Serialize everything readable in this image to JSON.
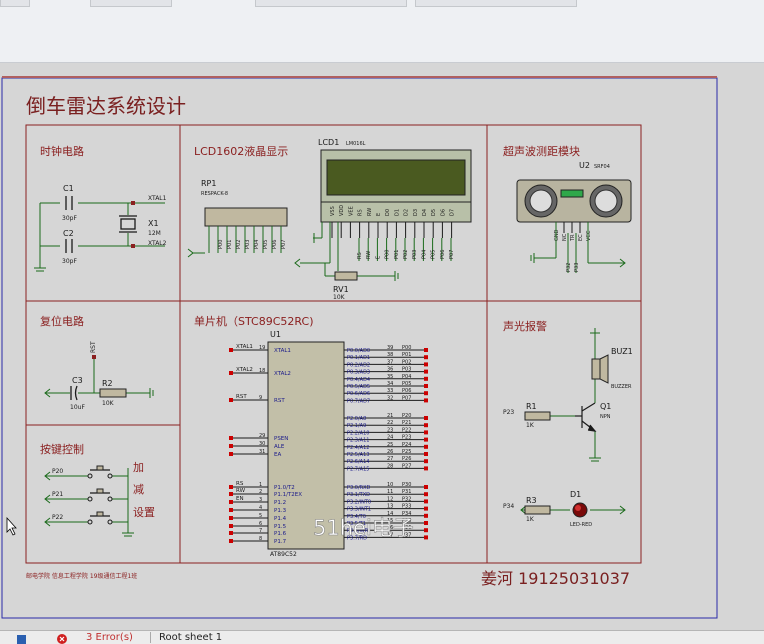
{
  "statusbar": {
    "errors": "3 Error(s)",
    "sheet": "Root sheet 1"
  },
  "schematic": {
    "title": "倒车雷达系统设计",
    "sections": {
      "clock": "时钟电路",
      "lcd": "LCD1602液晶显示",
      "ultrasonic": "超声波测距模块",
      "reset": "复位电路",
      "mcu": "单片机（STC89C52RC)",
      "alarm": "声光报警",
      "keys": "按键控制"
    },
    "clock": {
      "c1": "C1",
      "c1_val": "30pF",
      "c2": "C2",
      "c2_val": "30pF",
      "x1": "X1",
      "x1_val": "12M",
      "xtal1": "XTAL1",
      "xtal2": "XTAL2"
    },
    "lcd": {
      "ref": "LCD1",
      "model": "LM016L",
      "rp1": "RP1",
      "rp1_model": "RESPACK-8",
      "rv1": "RV1",
      "rv1_val": "10K",
      "pins": [
        "VSS",
        "VDD",
        "VEE",
        "RS",
        "RW",
        "E",
        "D0",
        "D1",
        "D2",
        "D3",
        "D4",
        "D5",
        "D6",
        "D7"
      ],
      "nets": [
        "RS",
        "RW",
        "E",
        "P00",
        "P01",
        "P02",
        "P03",
        "P04",
        "P05",
        "P06",
        "P07"
      ]
    },
    "ultrasonic": {
      "ref": "U2",
      "model": "SRF04",
      "pins": [
        "GND",
        "NC",
        "TR",
        "EC",
        "VCC"
      ],
      "nets": [
        "P32",
        "P33"
      ]
    },
    "reset": {
      "rst": "RST",
      "c3": "C3",
      "c3_val": "10uF",
      "r2": "R2",
      "r2_val": "10K"
    },
    "mcu": {
      "ref": "U1",
      "model": "AT89C52",
      "left_pins": [
        {
          "net": "XTAL1",
          "num": "19",
          "name": "XTAL1"
        },
        {
          "net": "XTAL2",
          "num": "18",
          "name": "XTAL2"
        },
        {
          "net": "RST",
          "num": "9",
          "name": "RST"
        },
        {
          "net": "",
          "num": "29",
          "name": "PSEN"
        },
        {
          "net": "",
          "num": "30",
          "name": "ALE"
        },
        {
          "net": "",
          "num": "31",
          "name": "EA"
        },
        {
          "net": "RS",
          "num": "1",
          "name": "P1.0/T2"
        },
        {
          "net": "RW",
          "num": "2",
          "name": "P1.1/T2EX"
        },
        {
          "net": "EN",
          "num": "3",
          "name": "P1.2"
        },
        {
          "net": "",
          "num": "4",
          "name": "P1.3"
        },
        {
          "net": "",
          "num": "5",
          "name": "P1.4"
        },
        {
          "net": "",
          "num": "6",
          "name": "P1.5"
        },
        {
          "net": "",
          "num": "7",
          "name": "P1.6"
        },
        {
          "net": "",
          "num": "8",
          "name": "P1.7"
        }
      ],
      "right_pins": [
        {
          "name": "P0.0/AD0",
          "num": "39",
          "net": "P00"
        },
        {
          "name": "P0.1/AD1",
          "num": "38",
          "net": "P01"
        },
        {
          "name": "P0.2/AD2",
          "num": "37",
          "net": "P02"
        },
        {
          "name": "P0.3/AD3",
          "num": "36",
          "net": "P03"
        },
        {
          "name": "P0.4/AD4",
          "num": "35",
          "net": "P04"
        },
        {
          "name": "P0.5/AD5",
          "num": "34",
          "net": "P05"
        },
        {
          "name": "P0.6/AD6",
          "num": "33",
          "net": "P06"
        },
        {
          "name": "P0.7/AD7",
          "num": "32",
          "net": "P07"
        },
        {
          "name": "P2.0/A8",
          "num": "21",
          "net": "P20"
        },
        {
          "name": "P2.1/A9",
          "num": "22",
          "net": "P21"
        },
        {
          "name": "P2.2/A10",
          "num": "23",
          "net": "P22"
        },
        {
          "name": "P2.3/A11",
          "num": "24",
          "net": "P23"
        },
        {
          "name": "P2.4/A12",
          "num": "25",
          "net": "P24"
        },
        {
          "name": "P2.5/A13",
          "num": "26",
          "net": "P25"
        },
        {
          "name": "P2.6/A14",
          "num": "27",
          "net": "P26"
        },
        {
          "name": "P2.7/A15",
          "num": "28",
          "net": "P27"
        },
        {
          "name": "P3.0/RXD",
          "num": "10",
          "net": "P30"
        },
        {
          "name": "P3.1/TXD",
          "num": "11",
          "net": "P31"
        },
        {
          "name": "P3.2/INT0",
          "num": "12",
          "net": "P32"
        },
        {
          "name": "P3.3/INT1",
          "num": "13",
          "net": "P33"
        },
        {
          "name": "P3.4/T0",
          "num": "14",
          "net": "P34"
        },
        {
          "name": "P3.5/T1",
          "num": "15",
          "net": "P35"
        },
        {
          "name": "P3.6/WR",
          "num": "16",
          "net": "P36"
        },
        {
          "name": "P3.7/RD",
          "num": "17",
          "net": "P37"
        }
      ]
    },
    "alarm": {
      "buz": "BUZ1",
      "buz_model": "BUZZER",
      "q1": "Q1",
      "q1_model": "NPN",
      "r1": "R1",
      "r1_val": "1K",
      "p23": "P23",
      "r3": "R3",
      "r3_val": "1K",
      "p34": "P34",
      "d1": "D1",
      "d1_model": "LED-RED"
    },
    "keys": {
      "p20": "P20",
      "p21": "P21",
      "p22": "P22",
      "add": "加",
      "sub": "减",
      "set": "设置"
    },
    "watermark": "51hei电子",
    "footer_small": "邮电学院 信息工程学院 19级通信工程1班",
    "author": "姜河 19125031037"
  }
}
